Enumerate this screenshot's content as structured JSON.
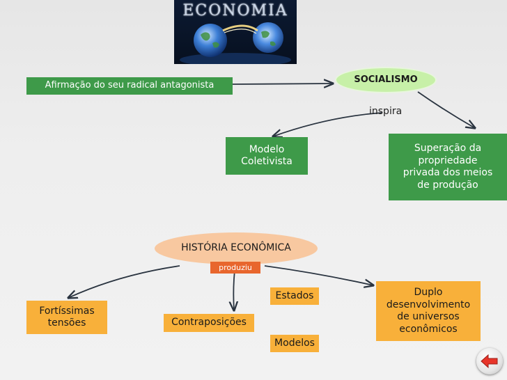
{
  "logo": {
    "title": "ECONOMIA"
  },
  "nodes": {
    "afirmacao": "Afirmação do seu radical antagonista",
    "socialismo": "SOCIALISMO",
    "inspira": "inspira",
    "modelo_coletivista": [
      "Modelo",
      "Coletivista"
    ],
    "superacao": [
      "Superação da",
      "propriedade",
      "privada dos meios",
      "de produção"
    ],
    "historia": "HISTÓRIA ECONÔMICA",
    "produziu": "produziu",
    "estados": "Estados",
    "fortissimas": [
      "Fortíssimas",
      "tensões"
    ],
    "contraposicoes": "Contraposições",
    "modelos": "Modelos",
    "duplo": [
      "Duplo",
      "desenvolvimento",
      "de universos",
      "econômicos"
    ]
  },
  "colors": {
    "green_box": "#3e9a49",
    "orange_box": "#f8b03a",
    "peach_ellipse": "#f8c8a0",
    "arrow_label": "#e8662d",
    "back_button": "#e8352a"
  },
  "icons": {
    "back": "back-arrow-icon"
  }
}
